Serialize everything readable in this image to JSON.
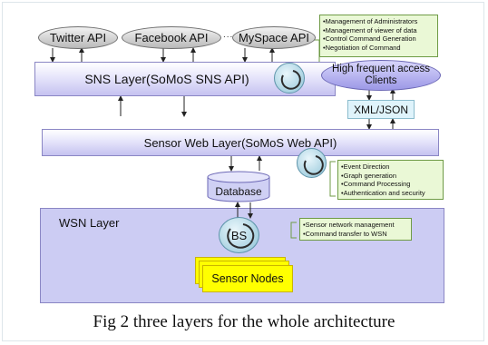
{
  "apis": [
    "Twitter API",
    "Facebook API",
    "MySpace API"
  ],
  "api_separator": "......",
  "layers": {
    "sns": "SNS Layer(SoMoS SNS API)",
    "web": "Sensor Web Layer(SoMoS Web API)",
    "wsn": "WSN Layer"
  },
  "sns_functions": [
    "•Management of Administrators",
    "•Management of viewer of data",
    "•Control Command  Generation",
    "•Negotiation of Command"
  ],
  "web_functions": [
    "•Event Direction",
    "•Graph generation",
    "•Command Processing",
    "•Authentication and security"
  ],
  "bs_functions": [
    "•Sensor network management",
    "•Command transfer to WSN"
  ],
  "clients": "High frequent access\nClients",
  "format": "XML/JSON",
  "database": "Database",
  "base_station": "BS",
  "sensor_nodes": "Sensor Nodes",
  "caption": "Fig 2 three layers for the whole architecture",
  "colors": {
    "layer_fill": "#ccccf3",
    "note_fill": "#eaf8d6",
    "node_fill": "#ffff00"
  }
}
